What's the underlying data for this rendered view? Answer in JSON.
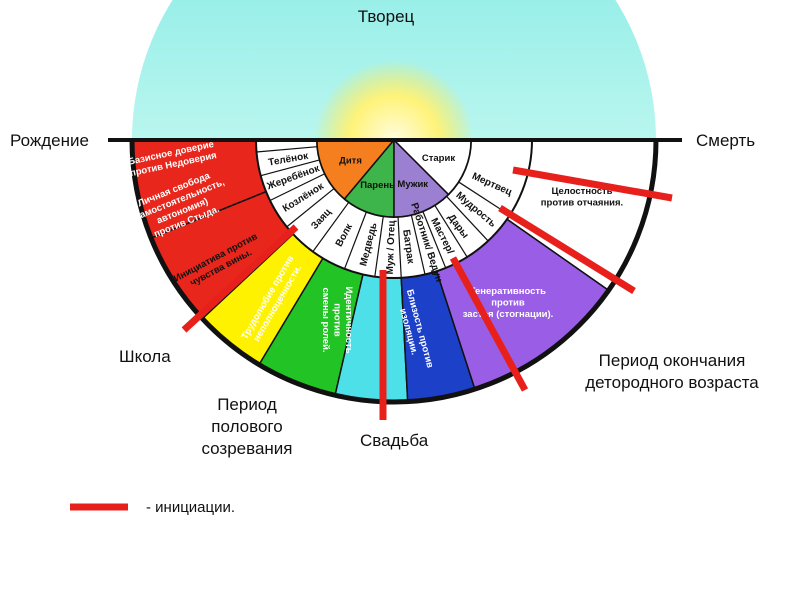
{
  "top_label": "Творец",
  "axis": {
    "left": "Рождение",
    "right": "Смерть"
  },
  "outer_labels": [
    {
      "key": "school",
      "lines": [
        "Школа"
      ]
    },
    {
      "key": "puberty",
      "lines": [
        "Период",
        "полового",
        "созревания"
      ]
    },
    {
      "key": "wedding",
      "lines": [
        "Свадьба"
      ]
    },
    {
      "key": "end_fertile",
      "lines": [
        "Период окончания",
        "детородного возраста"
      ]
    }
  ],
  "inner_sectors": [
    {
      "label": "Дитя",
      "color": "#f57f1f"
    },
    {
      "label": "Парень",
      "color": "#3db54a"
    },
    {
      "label": "Мужик",
      "color": "#9b7fd0"
    },
    {
      "label": "Старик",
      "color": "#ffffff"
    }
  ],
  "ring_labels": [
    "Телёнок",
    "Жеребёнок",
    "Козлёнок",
    "Заяц",
    "Волк",
    "Медведь",
    "Муж / Отец",
    "Батрак",
    "Работник/ Ведун",
    "Мастер/",
    "Дары",
    "Мудрость",
    "Мертвец"
  ],
  "stages": [
    {
      "lines": [
        "Базисное доверие",
        "против Недоверия"
      ],
      "color": "#e8261c",
      "text_color": "#ffffff"
    },
    {
      "lines": [
        "Личная свобода",
        "(самостоятельность,",
        "автономия)",
        "против Стыда."
      ],
      "color": "#e8261c",
      "text_color": "#ffffff"
    },
    {
      "lines": [
        "Инициатива против",
        "чувства вины."
      ],
      "color": "#fff200",
      "text_color": "#111111"
    },
    {
      "lines": [
        "Трудолюбие против",
        "неполноценности."
      ],
      "color": "#22c324",
      "text_color": "#ffffff"
    },
    {
      "lines": [
        "Идентичность",
        "против",
        "смены ролей."
      ],
      "color": "#4ee0e8",
      "text_color": "#ffffff"
    },
    {
      "lines": [
        "Близость против",
        "изоляции."
      ],
      "color": "#1d40c9",
      "text_color": "#ffffff"
    },
    {
      "lines": [
        "Генеративность",
        "против",
        "застоя (стогнации)."
      ],
      "color": "#9a5ee6",
      "text_color": "#ffffff"
    },
    {
      "lines": [
        "Целостность",
        "против отчаяния."
      ],
      "color": "#ffffff",
      "text_color": "#111111"
    }
  ],
  "legend": {
    "text": "-  инициации.",
    "color": "#e8201c"
  },
  "colors": {
    "sky": "#8ef0e6",
    "sun": "#fff27a",
    "initiation": "#e8201c",
    "outline": "#111111"
  }
}
